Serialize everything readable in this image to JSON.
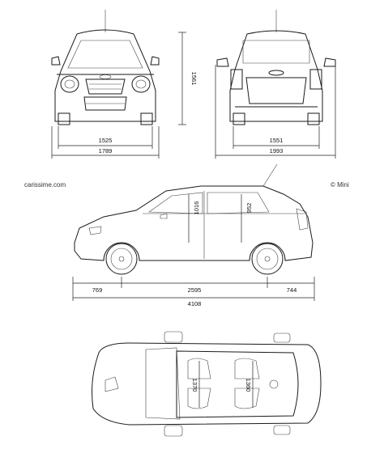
{
  "watermark": "carissime.com",
  "copyright": "© Mini",
  "front": {
    "track": "1525",
    "width": "1789",
    "height": "1561"
  },
  "rear": {
    "track": "1551",
    "width_mirrors": "1993"
  },
  "side": {
    "front_overhang": "769",
    "wheelbase": "2595",
    "rear_overhang": "744",
    "length": "4108",
    "front_headroom": "1016",
    "rear_headroom": "952"
  },
  "top": {
    "front_width": "1370",
    "rear_width": "1360"
  }
}
